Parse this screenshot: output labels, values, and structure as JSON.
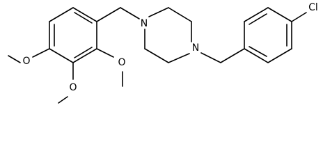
{
  "molecule": {
    "atoms": [
      {
        "id": "n1",
        "symbol": "N"
      },
      {
        "id": "n2",
        "symbol": "N"
      },
      {
        "id": "cl",
        "symbol": "Cl"
      },
      {
        "id": "o1",
        "symbol": "O"
      },
      {
        "id": "o2",
        "symbol": "O"
      },
      {
        "id": "o3",
        "symbol": "O"
      }
    ]
  }
}
